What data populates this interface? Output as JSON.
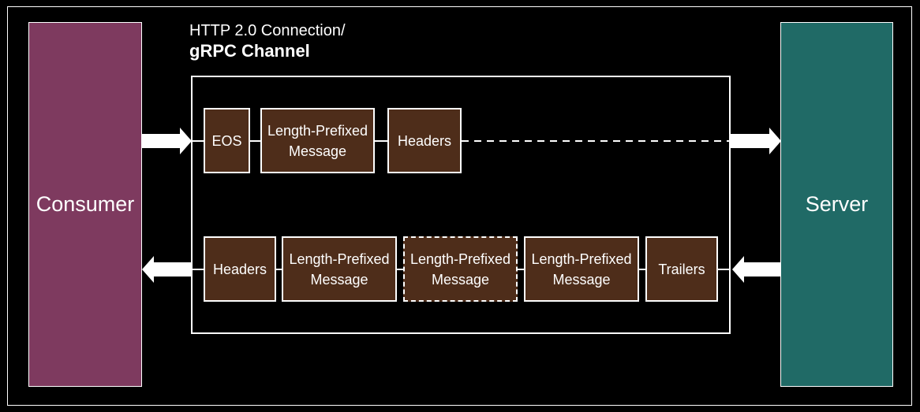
{
  "colors": {
    "consumer": "#7e3a5f",
    "server": "#206a66",
    "message_box": "#4e2d1a",
    "background": "#000000",
    "line": "#ffffff"
  },
  "consumer": {
    "label": "Consumer"
  },
  "server": {
    "label": "Server"
  },
  "channel": {
    "title_line1": "HTTP 2.0 Connection/",
    "title_line2": "gRPC Channel"
  },
  "request_stream": [
    {
      "label": "EOS"
    },
    {
      "label": "Length-Prefixed Message"
    },
    {
      "label": "Headers"
    }
  ],
  "response_stream": [
    {
      "label": "Headers"
    },
    {
      "label": "Length-Prefixed Message"
    },
    {
      "label": "Length-Prefixed Message",
      "dashed": true
    },
    {
      "label": "Length-Prefixed Message"
    },
    {
      "label": "Trailers"
    }
  ]
}
